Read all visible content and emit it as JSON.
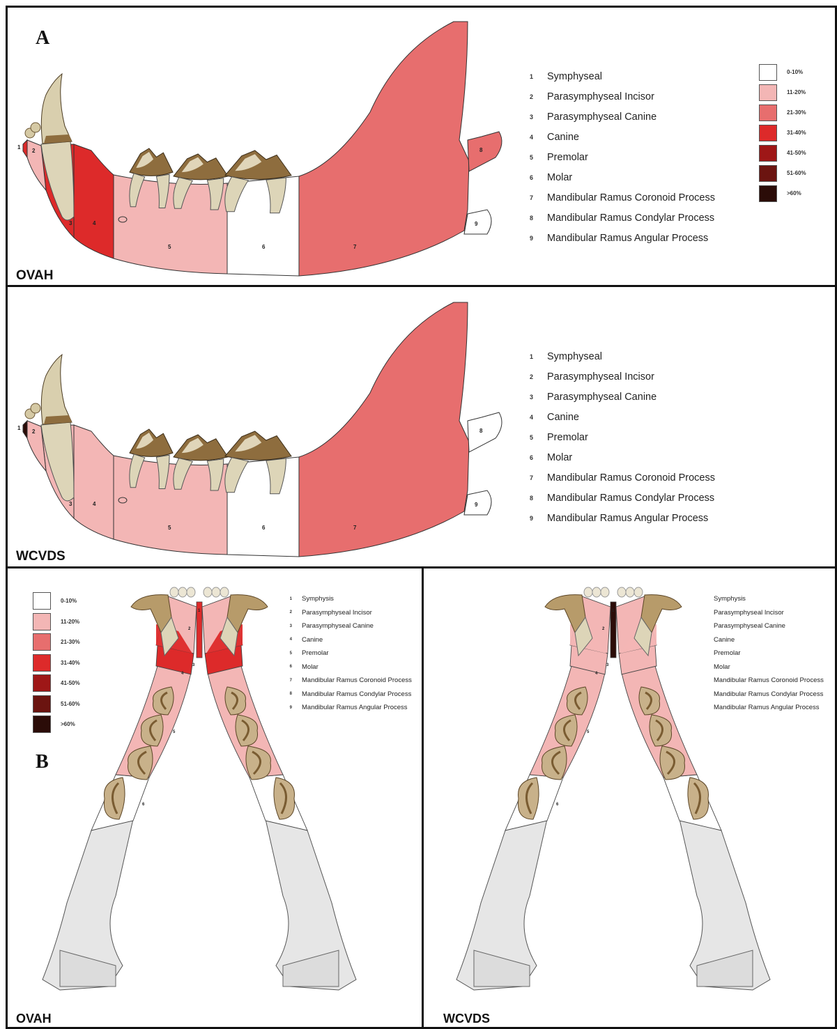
{
  "colors": {
    "c0_10": "#ffffff",
    "c11_20": "#f3b6b5",
    "c21_30": "#e76e6e",
    "c31_40": "#dd2a2a",
    "c41_50": "#9e1717",
    "c51_60": "#6b1410",
    "c60": "#2b0c08",
    "bone": "#e6e6e6",
    "tooth_light": "#ddd5b8",
    "tooth_dark": "#8e6d3e"
  },
  "scale": [
    {
      "label": "0-10%",
      "color": "#ffffff"
    },
    {
      "label": "11-20%",
      "color": "#f3b6b5"
    },
    {
      "label": "21-30%",
      "color": "#e76e6e"
    },
    {
      "label": "31-40%",
      "color": "#dd2a2a"
    },
    {
      "label": "41-50%",
      "color": "#9e1717"
    },
    {
      "label": "51-60%",
      "color": "#6b1410"
    },
    {
      "label": ">60%",
      "color": "#2b0c08"
    }
  ],
  "lateral_regions": [
    {
      "num": "1",
      "name": "Symphyseal"
    },
    {
      "num": "2",
      "name": "Parasymphyseal Incisor"
    },
    {
      "num": "3",
      "name": "Parasymphyseal Canine"
    },
    {
      "num": "4",
      "name": "Canine"
    },
    {
      "num": "5",
      "name": "Premolar"
    },
    {
      "num": "6",
      "name": "Molar"
    },
    {
      "num": "7",
      "name": "Mandibular Ramus Coronoid Process"
    },
    {
      "num": "8",
      "name": "Mandibular Ramus Condylar Process"
    },
    {
      "num": "9",
      "name": "Mandibular Ramus Angular Process"
    }
  ],
  "dorsal_regions": [
    {
      "num": "1",
      "name": "Symphysis"
    },
    {
      "num": "2",
      "name": "Parasymphyseal Incisor"
    },
    {
      "num": "3",
      "name": "Parasymphyseal Canine"
    },
    {
      "num": "4",
      "name": "Canine"
    },
    {
      "num": "5",
      "name": "Premolar"
    },
    {
      "num": "6",
      "name": "Molar"
    },
    {
      "num": "7",
      "name": "Mandibular Ramus Coronoid Process"
    },
    {
      "num": "8",
      "name": "Mandibular Ramus Condylar Process"
    },
    {
      "num": "9",
      "name": "Mandibular Ramus Angular Process"
    }
  ],
  "panel_a": {
    "letter": "A",
    "top_title": "OVAH",
    "bottom_title": "WCVDS",
    "ovah_levels": {
      "1": "31-40%",
      "2": "11-20%",
      "3": "31-40%",
      "4": "31-40%",
      "5": "11-20%",
      "6": "0-10%",
      "7": "21-30%",
      "8": "21-30%",
      "9": "0-10%"
    },
    "wcvds_levels": {
      "1": ">60%",
      "2": "11-20%",
      "3": "11-20%",
      "4": "11-20%",
      "5": "11-20%",
      "6": "0-10%",
      "7": "21-30%",
      "8": "0-10%",
      "9": "0-10%"
    }
  },
  "panel_b": {
    "letter": "B",
    "left_title": "OVAH",
    "right_title": "WCVDS",
    "ovah_levels": {
      "1": "31-40%",
      "2": "11-20%",
      "3": "31-40%",
      "4": "31-40%",
      "5": "11-20%",
      "6": "0-10%"
    },
    "wcvds_levels": {
      "1": ">60%",
      "2": "11-20%",
      "3": "11-20%",
      "4": "11-20%",
      "5": "11-20%",
      "6": "0-10%"
    }
  }
}
